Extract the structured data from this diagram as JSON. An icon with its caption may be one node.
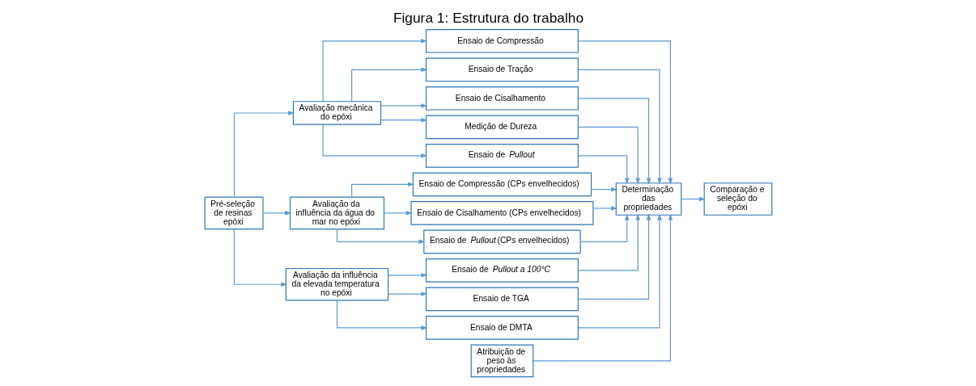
{
  "diagram": {
    "title": "Figura 1: Estrutura do trabalho",
    "nodes": [
      {
        "text": [
          "Pré-seleção de resinas epóxi"
        ]
      },
      {
        "text": [
          "Avaliação mecânica do epóxi"
        ]
      },
      {
        "text": [
          "Avaliação da influência da água do mar no epóxi"
        ]
      },
      {
        "text": [
          "Avaliação da influência da elevada temperatura no epóxi"
        ]
      },
      {
        "text": [
          "Ensaio de Compressão"
        ]
      },
      {
        "text": [
          "Ensaio de Tração"
        ]
      },
      {
        "text": [
          "Ensaio de Cisalhamento"
        ]
      },
      {
        "text": [
          "Medição de Dureza"
        ]
      },
      {
        "text": [
          "Ensaio de *Pullout*"
        ]
      },
      {
        "text": [
          "Ensaio de Compressão (CPs envelhecidos)"
        ]
      },
      {
        "text": [
          "Ensaio de Cisalhamento (CPs envelhecidos)"
        ]
      },
      {
        "text": [
          "Ensaio de *Pullout* (CPs envelhecidos)"
        ]
      },
      {
        "text": [
          "Ensaio de *Pullout a 100°C*"
        ]
      },
      {
        "text": [
          "Ensaio de TGA"
        ]
      },
      {
        "text": [
          "Ensaio de DMTA"
        ]
      },
      {
        "text": [
          "Atribuição de peso às propriedades"
        ]
      },
      {
        "text": [
          "Determinação das propriedades"
        ]
      },
      {
        "text": [
          "Comparação e seleção do epóxi"
        ]
      }
    ],
    "edges": [
      {
        "from": 0,
        "to": 1,
        "arrow": "to"
      },
      {
        "from": 0,
        "to": 2,
        "arrow": "to"
      },
      {
        "from": 0,
        "to": 3,
        "arrow": "to"
      },
      {
        "from": 1,
        "to": 4,
        "arrow": "to"
      },
      {
        "from": 1,
        "to": 5,
        "arrow": "to"
      },
      {
        "from": 1,
        "to": 6,
        "arrow": "to"
      },
      {
        "from": 1,
        "to": 7,
        "arrow": "to"
      },
      {
        "from": 1,
        "to": 8,
        "arrow": "to"
      },
      {
        "from": 2,
        "to": 9,
        "arrow": "to"
      },
      {
        "from": 2,
        "to": 10,
        "arrow": "to"
      },
      {
        "from": 2,
        "to": 11,
        "arrow": "to"
      },
      {
        "from": 3,
        "to": 12,
        "arrow": "to"
      },
      {
        "from": 3,
        "to": 13,
        "arrow": "to"
      },
      {
        "from": 3,
        "to": 14,
        "arrow": "to"
      },
      {
        "from": 4,
        "to": 16,
        "arrow": "to"
      },
      {
        "from": 5,
        "to": 16,
        "arrow": "to"
      },
      {
        "from": 6,
        "to": 16,
        "arrow": "to"
      },
      {
        "from": 7,
        "to": 16,
        "arrow": "to"
      },
      {
        "from": 8,
        "to": 16,
        "arrow": "to"
      },
      {
        "from": 9,
        "to": 16,
        "arrow": "to"
      },
      {
        "from": 10,
        "to": 16,
        "arrow": "to"
      },
      {
        "from": 11,
        "to": 16,
        "arrow": "to"
      },
      {
        "from": 12,
        "to": 16,
        "arrow": "to"
      },
      {
        "from": 13,
        "to": 16,
        "arrow": "to"
      },
      {
        "from": 14,
        "to": 16,
        "arrow": "to"
      },
      {
        "from": 15,
        "to": 16,
        "arrow": "to"
      },
      {
        "from": 16,
        "to": 17,
        "arrow": "to"
      }
    ]
  }
}
